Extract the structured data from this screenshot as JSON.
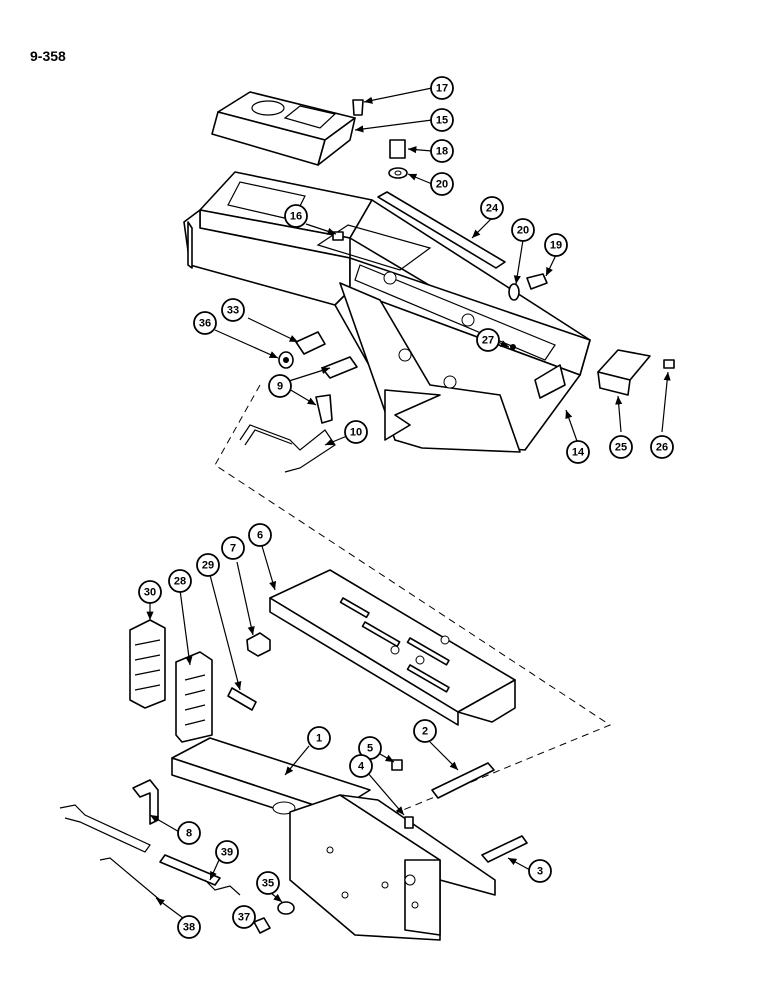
{
  "page_number": "9-358",
  "callouts": [
    "17",
    "15",
    "18",
    "20",
    "16",
    "24",
    "20",
    "19",
    "33",
    "36",
    "27",
    "9",
    "10",
    "14",
    "25",
    "26",
    "30",
    "28",
    "29",
    "7",
    "6",
    "1",
    "2",
    "5",
    "4",
    "8",
    "39",
    "3",
    "35",
    "37",
    "38"
  ]
}
